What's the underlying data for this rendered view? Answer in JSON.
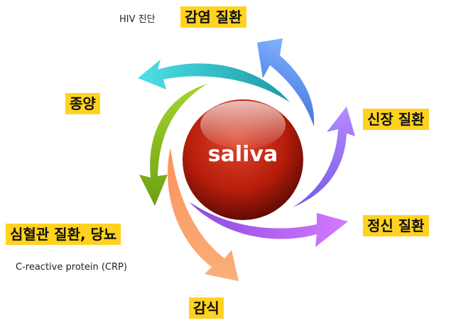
{
  "center": {
    "label": "saliva"
  },
  "labels": {
    "infectious": "감염 질환",
    "tumor": "종양",
    "kidney": "신장 질환",
    "mental": "정신 질환",
    "cardio": "심혈관 질환, 당뇨",
    "infection_c": "감식"
  },
  "notes": {
    "hiv": "HIV 진단",
    "crp": "C-reactive protein (CRP)"
  },
  "colors": {
    "highlight": "#ffd21f",
    "sphere": "#c1220f",
    "arrow_blue": "#5b8ff2",
    "arrow_teal": "#36c3d0",
    "arrow_green": "#8fc31f",
    "arrow_orange": "#f6a26b",
    "arrow_purple": "#b772ee",
    "arrow_violet": "#9b66f2"
  }
}
